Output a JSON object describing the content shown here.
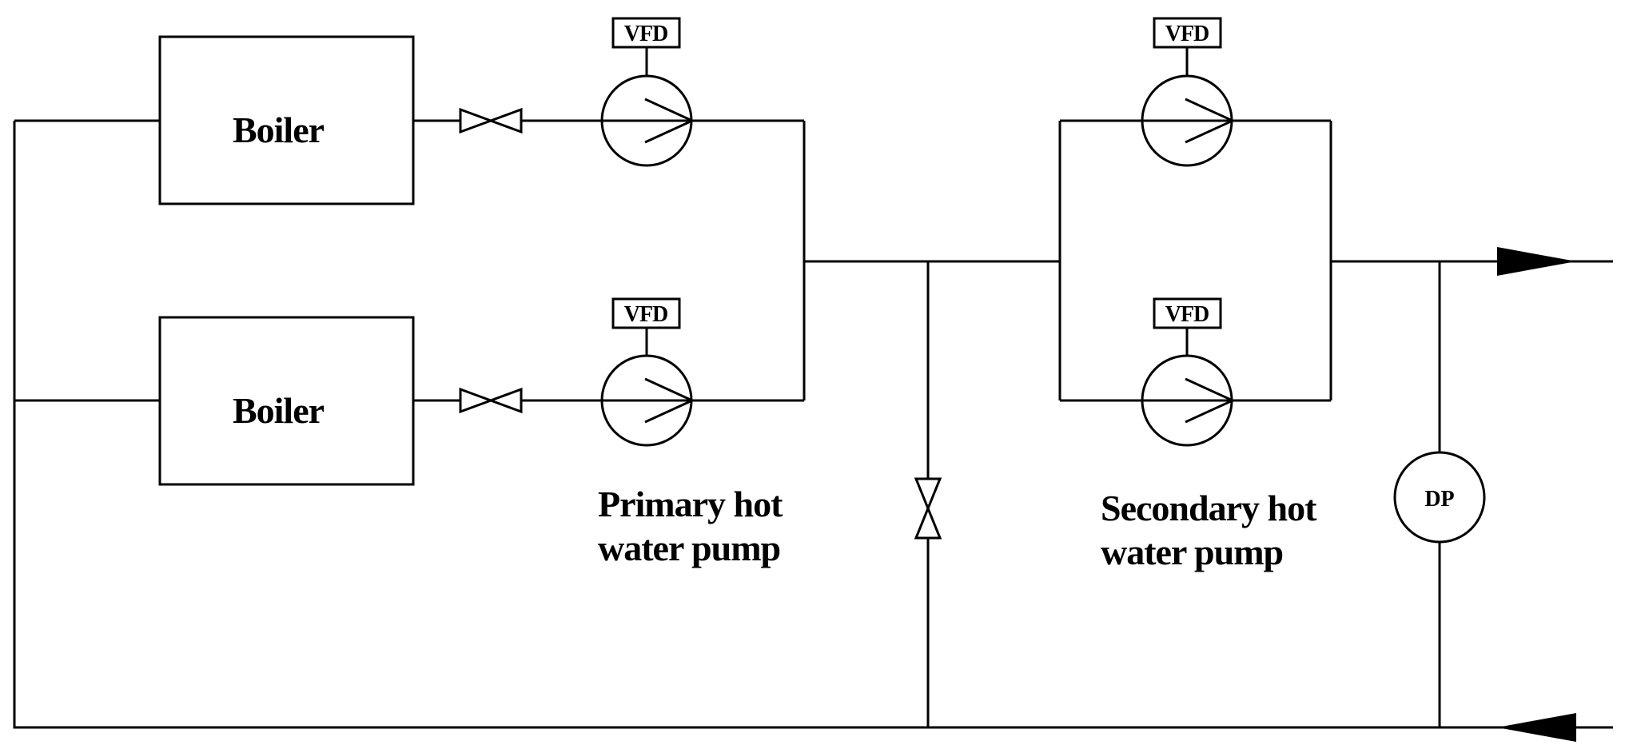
{
  "diagram": {
    "boilers": [
      {
        "label": "Boiler"
      },
      {
        "label": "Boiler"
      }
    ],
    "vfd_label": "VFD",
    "primary_pump_label": [
      "Primary hot",
      "water pump"
    ],
    "secondary_pump_label": [
      "Secondary hot",
      "water pump"
    ],
    "dp_label": "DP"
  }
}
